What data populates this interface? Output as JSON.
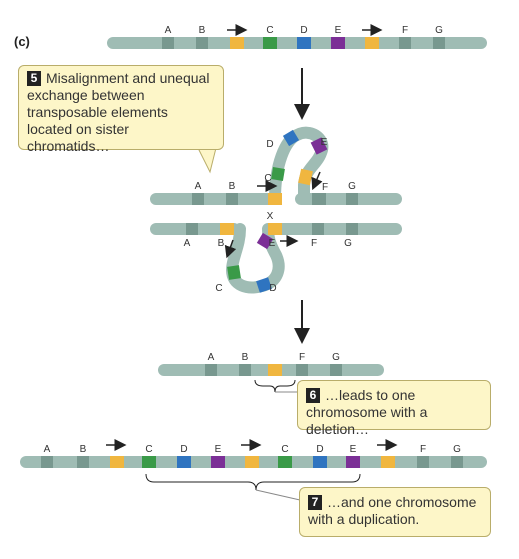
{
  "panel_label": "(c)",
  "colors": {
    "chromosome": "#9fbcb4",
    "band": "#78988f",
    "transposable_element": "#f0b63f",
    "gene_C": "#3a9a48",
    "gene_D": "#2f74c0",
    "gene_E": "#7b2f96",
    "callout_fill": "#fdf6c8",
    "callout_border": "#b9ad6a"
  },
  "gene_labels": {
    "A": "A",
    "B": "B",
    "C": "C",
    "D": "D",
    "E": "E",
    "F": "F",
    "G": "G"
  },
  "callouts": [
    {
      "step": "5",
      "text": "Misalignment and unequal exchange between transposable elements located on sister chromatids…"
    },
    {
      "step": "6",
      "text": "…leads to one chromosome with a deletion…"
    },
    {
      "step": "7",
      "text": "…and one chromosome with a duplication."
    }
  ],
  "crossover_symbol": "X"
}
